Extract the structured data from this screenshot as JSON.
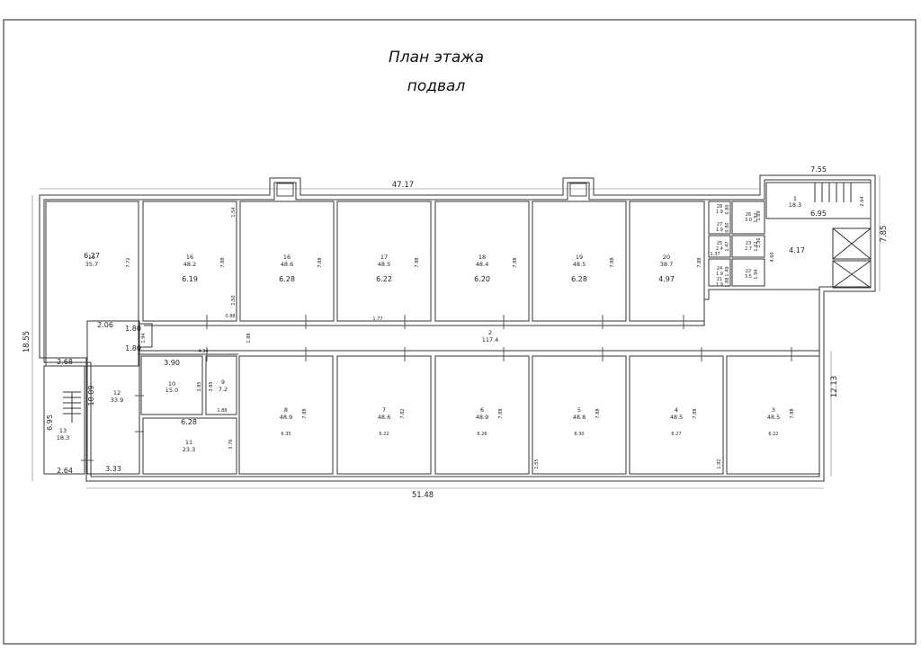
{
  "title": {
    "line1": "План этажа",
    "line2": "подвал"
  },
  "overall": {
    "top_length": "47.17",
    "bottom_length": "51.48",
    "left_height": "18.55",
    "right_height": "12.13",
    "far_right_height": "7.85"
  },
  "rooms_top": [
    {
      "num": "15",
      "area": "35.7",
      "width": "6.27",
      "height": "7.72"
    },
    {
      "num": "16",
      "area": "48.2",
      "width": "6.19",
      "height": "7.88"
    },
    {
      "num": "16",
      "area": "48.6",
      "width": "6.28",
      "height": "7.88"
    },
    {
      "num": "17",
      "area": "48.5",
      "width": "6.22",
      "height": "7.88"
    },
    {
      "num": "18",
      "area": "48.4",
      "width": "6.20",
      "height": "7.88"
    },
    {
      "num": "19",
      "area": "48.5",
      "width": "6.28",
      "height": "7.88"
    },
    {
      "num": "20",
      "area": "38.7",
      "width": "4.97",
      "height": "7.88"
    }
  ],
  "rooms_bottom": [
    {
      "num": "8",
      "area": "48.9",
      "width": "6.35",
      "height": "7.88"
    },
    {
      "num": "7",
      "area": "48.6",
      "width": "6.22",
      "height": "7.82"
    },
    {
      "num": "6",
      "area": "48.9",
      "width": "6.26",
      "height": "7.88"
    },
    {
      "num": "5",
      "area": "48.8",
      "width": "6.30",
      "height": "7.88"
    },
    {
      "num": "4",
      "area": "48.5",
      "width": "6.27",
      "height": "7.88"
    },
    {
      "num": "3",
      "area": "48.5",
      "width": "6.22",
      "height": "7.88"
    }
  ],
  "corridor": {
    "num": "2",
    "area": "117.4",
    "w1": "1.80",
    "w2": "1.80",
    "w3": "1.94",
    "w4": "1.88",
    "w5": "1.77",
    "w6": "0.88",
    "w7": "2.50",
    "w8": "1.54"
  },
  "left_block": {
    "room12": {
      "num": "12",
      "area": "33.9",
      "height": "10.09",
      "width": "2.06"
    },
    "room13": {
      "num": "13",
      "area": "18.3",
      "height": "6.95",
      "top": "2.68",
      "bottom": "2.64"
    },
    "room10": {
      "num": "10",
      "area": "15.0",
      "width": "3.90",
      "height": "3.85"
    },
    "room9": {
      "num": "9",
      "area": "7.2",
      "height": "3.85",
      "width": "1.88"
    },
    "room11": {
      "num": "11",
      "area": "23.3",
      "width": "6.28",
      "height": "3.76"
    },
    "bottom_width": "3.33",
    "small_dim": "4.34"
  },
  "right_block": {
    "room1": {
      "num": "1",
      "area": "18.3",
      "top": "7.55",
      "side": "2.64",
      "width": "6.95"
    },
    "lobby": {
      "area": "4.17",
      "dim": "4.60"
    },
    "small_rooms": [
      {
        "num": "28",
        "area": "1.9",
        "dim": "0.80"
      },
      {
        "num": "27",
        "area": "1.9",
        "dim": "0.80"
      },
      {
        "num": "26",
        "area": "3.0",
        "dim": "1.92"
      },
      {
        "num": "25",
        "area": "2.4",
        "dim": "1.47"
      },
      {
        "num": "23",
        "area": "2.7",
        "dim": "1.62"
      },
      {
        "num": "24",
        "area": "1.9",
        "dim": "1.49"
      },
      {
        "num": "22",
        "area": "3.5",
        "dim": "1.94"
      },
      {
        "num": "21",
        "area": "1.9",
        "dim": "1.88"
      }
    ],
    "extra_dims": [
      "1.36",
      "1.69",
      "1.37"
    ]
  },
  "misc_dims": [
    "1.55",
    "1.92"
  ]
}
